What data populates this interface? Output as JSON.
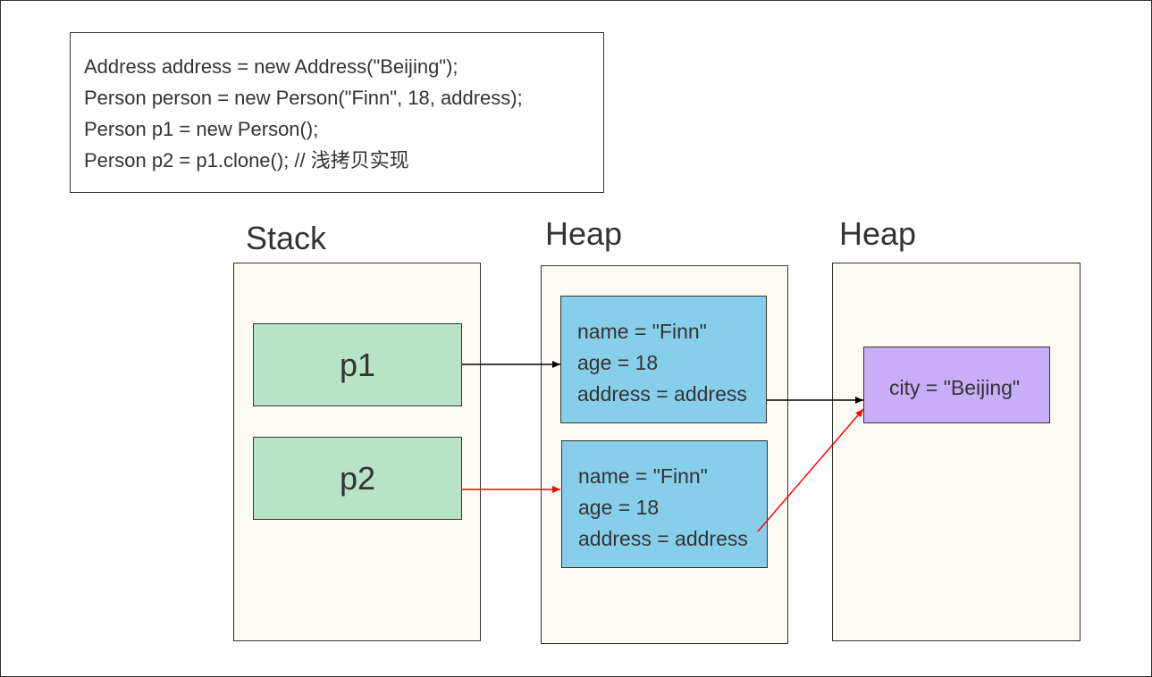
{
  "code": {
    "lines": [
      "Address address = new Address(\"Beijing\");",
      "Person person = new Person(\"Finn\", 18, address);",
      "Person p1 = new Person();",
      "Person p2 = p1.clone(); // 浅拷贝实现"
    ]
  },
  "stack": {
    "title": "Stack",
    "p1": "p1",
    "p2": "p2"
  },
  "heap1": {
    "title": "Heap",
    "objects": [
      {
        "name": "name = \"Finn\"",
        "age": "age = 18",
        "address": "address = address"
      },
      {
        "name": "name = \"Finn\"",
        "age": "age = 18",
        "address": "address = address"
      }
    ]
  },
  "heap2": {
    "title": "Heap",
    "address": "city = \"Beijing\""
  },
  "colors": {
    "region_bg": "#fdfbf3",
    "var_box": "#b8e4c6",
    "object_box": "#87ceeb",
    "address_box": "#c8aef9",
    "black_arrow": "#000000",
    "red_arrow": "#ff0000"
  }
}
